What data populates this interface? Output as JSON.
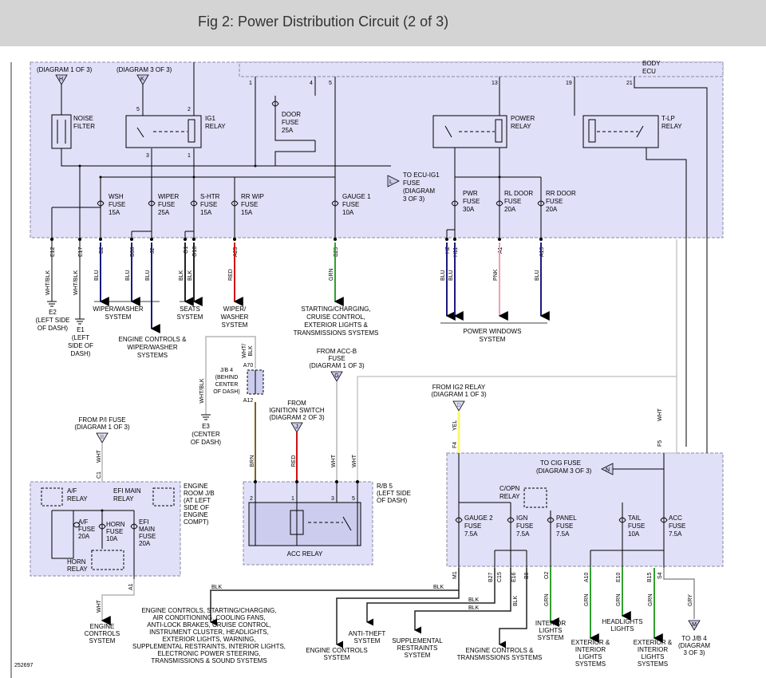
{
  "title": "Fig 2: Power Distribution Circuit (2 of 3)",
  "figure_id": "252697",
  "colors": {
    "panel_fill": "#e0e0f8",
    "wire_blu": "#1a1a80",
    "wire_blk": "#222222",
    "wire_red": "#d01010",
    "wire_grn": "#30a030",
    "wire_pnk": "#f0a0b0",
    "wire_wht": "#c8c8c8",
    "wire_yel": "#f8f870",
    "wire_brn": "#806020",
    "wire_gry": "#909090"
  },
  "panels": {
    "top": {
      "diag1": "(DIAGRAM 1 OF 3)",
      "conn_h": "H",
      "diag3": "(DIAGRAM 3 OF 3)",
      "conn_k": "K",
      "noise": [
        "NOISE",
        "FILTER"
      ],
      "ig1": [
        "IG1",
        "RELAY"
      ],
      "door": [
        "DOOR",
        "FUSE",
        "25A"
      ],
      "power": [
        "POWER",
        "RELAY"
      ],
      "tlp": [
        "T-LP",
        "RELAY"
      ],
      "body": [
        "BODY",
        "ECU"
      ],
      "pins_top": [
        "1",
        "4",
        "5",
        "13",
        "19",
        "21"
      ],
      "ig1_pins": [
        "5",
        "2",
        "3",
        "1"
      ],
      "to_ecu": [
        "TO ECU-IG1",
        "FUSE",
        "(DIAGRAM",
        "3 OF 3)"
      ],
      "conn_l": "L",
      "fuses": [
        [
          "WSH",
          "FUSE",
          "15A"
        ],
        [
          "WIPER",
          "FUSE",
          "25A"
        ],
        [
          "S-HTR",
          "FUSE",
          "15A"
        ],
        [
          "RR WIP",
          "FUSE",
          "15A"
        ],
        [
          "GAUGE 1",
          "FUSE",
          "10A"
        ],
        [
          "PWR",
          "FUSE",
          "30A"
        ],
        [
          "RL DOOR",
          "FUSE",
          "20A"
        ],
        [
          "RR DOOR",
          "FUSE",
          "20A"
        ]
      ],
      "conns": [
        "E12",
        "E17",
        "B2",
        "B36",
        "J2",
        "O1",
        "O10",
        "A25",
        "B29",
        "H2",
        "H11",
        "A1",
        "A19"
      ],
      "wire_labels": [
        "WHT/BLK",
        "WHT/BLK",
        "BLU",
        "BLU",
        "BLU",
        "BLK",
        "BLK",
        "RED",
        "GRN",
        "BLU",
        "BLU",
        "PNK",
        "BLU"
      ]
    },
    "engine_jb": {
      "from_pi": [
        "FROM P/I FUSE",
        "(DIAGRAM 1 OF 3)"
      ],
      "conn_b": "B",
      "wire": "WHT",
      "conn_c1": "C1",
      "af_relay": [
        "A/F",
        "RELAY"
      ],
      "efi_relay": [
        "EFI MAIN",
        "RELAY"
      ],
      "af_fuse": [
        "A/F",
        "FUSE",
        "20A"
      ],
      "horn_fuse": [
        "HORN",
        "FUSE",
        "10A"
      ],
      "efi_fuse": [
        "EFI",
        "MAIN",
        "FUSE",
        "20A"
      ],
      "horn_relay": [
        "HORN",
        "RELAY"
      ],
      "label": [
        "ENGINE",
        "ROOM J/B",
        "(AT LEFT",
        "SIDE OF",
        "ENGINE",
        "COMPT)"
      ],
      "conn_a1": "A1",
      "out_wire": "WHT",
      "out": [
        "ENGINE",
        "CONTROLS",
        "SYSTEM"
      ]
    },
    "rb5": {
      "label": [
        "R/B 5",
        "(LEFT SIDE",
        "OF DASH)"
      ],
      "relay": "ACC RELAY",
      "pins": [
        "2",
        "1",
        "3",
        "5"
      ]
    },
    "bottom_right": {
      "from_ig2": [
        "FROM IG2 RELAY",
        "(DIAGRAM 1 OF 3)"
      ],
      "conn_d": "D",
      "wire_yel": "YEL",
      "conn_f4": "F4",
      "wire_wht": "WHT",
      "conn_f5": "F5",
      "to_cig": [
        "TO CIG FUSE",
        "(DIAGRAM 3 OF 3)"
      ],
      "conn_n": "N",
      "copn": [
        "C/OPN",
        "RELAY"
      ],
      "fuses": [
        [
          "GAUGE 2",
          "FUSE",
          "7.5A"
        ],
        [
          "IGN",
          "FUSE",
          "7.5A"
        ],
        [
          "PANEL",
          "FUSE",
          "7.5A"
        ],
        [
          "TAIL",
          "FUSE",
          "10A"
        ],
        [
          "ACC",
          "FUSE",
          "7.5A"
        ]
      ],
      "conns": [
        "M1",
        "B27",
        "C15",
        "E16",
        "B9",
        "O2",
        "A10",
        "E10",
        "B15",
        "S4"
      ],
      "wire_labels": [
        "BLK",
        "BLK",
        "BLK",
        "GRN",
        "GRN",
        "GRN",
        "GRN",
        "GRY"
      ]
    }
  },
  "middle": {
    "e2": [
      "E2",
      "(LEFT SIDE",
      "OF DASH)"
    ],
    "e1": [
      "E1",
      "(LEFT",
      "SIDE OF",
      "DASH)"
    ],
    "e3": [
      "E3",
      "(CENTER",
      "OF DASH)"
    ],
    "wiper_washer": [
      "WIPER/WASHER",
      "SYSTEM"
    ],
    "seats": [
      "SEATS",
      "SYSTEM"
    ],
    "wiper": [
      "WIPER/",
      "WASHER",
      "SYSTEM"
    ],
    "starting": [
      "STARTING/CHARGING,",
      "CRUISE CONTROL,",
      "EXTERIOR LIGHTS &",
      "TRANSMISSIONS SYSTEMS"
    ],
    "power_windows": [
      "POWER WINDOWS",
      "SYSTEM"
    ],
    "engine_wiper": [
      "ENGINE CONTROLS &",
      "WIPER/WASHER",
      "SYSTEMS"
    ],
    "jb4": [
      "J/B 4",
      "(BEHIND",
      "CENTER",
      "OF DASH)"
    ],
    "a70": "A70",
    "a12": "A12",
    "wht_blk": "WHT/BLK",
    "wht_blk2": [
      "WHT/",
      "BLK"
    ],
    "from_acc": [
      "FROM ACC-B",
      "FUSE",
      "(DIAGRAM 1 OF 3)"
    ],
    "conn_g": "G",
    "from_ign": [
      "FROM",
      "IGNITION SWITCH",
      "(DIAGRAM 2 OF 3)"
    ],
    "conn_j": "J",
    "wires_mid": [
      "BRN",
      "RED",
      "WHT",
      "WHT"
    ]
  },
  "bottom": {
    "wire_blk_a": "BLK",
    "wire_blk_b": "BLK",
    "big_list": [
      "ENGINE CONTROLS, STARTING/CHARGING,",
      "AIR CONDITIONING, COOLING FANS,",
      "ANTI-LOCK BRAKES, CRUISE CONTROL,",
      "INSTRUMENT CLUSTER, HEADLIGHTS,",
      "EXTERIOR LIGHTS, WARNING,",
      "SUPPLEMENTAL RESTRAINTS, INTERIOR LIGHTS,",
      "ELECTRONIC POWER STEERING,",
      "TRANSMISSIONS & SOUND SYSTEMS"
    ],
    "engine_controls": [
      "ENGINE CONTROLS",
      "SYSTEM"
    ],
    "anti_theft": [
      "ANTI-THEFT",
      "SYSTEM"
    ],
    "srs": [
      "SUPPLEMENTAL",
      "RESTRAINTS",
      "SYSTEM"
    ],
    "eng_trans": [
      "ENGINE CONTROLS &",
      "TRANSMISSIONS SYSTEMS"
    ],
    "interior": [
      "INTERIOR",
      "LIGHTS",
      "SYSTEM"
    ],
    "ext1": [
      "EXTERIOR &",
      "INTERIOR",
      "LIGHTS",
      "SYSTEMS"
    ],
    "headlights": [
      "HEADLIGHTS",
      "LIGHTS"
    ],
    "ext2": [
      "EXTERIOR &",
      "INTERIOR",
      "LIGHTS",
      "SYSTEMS"
    ],
    "to_jb4": [
      "TO J/B 4",
      "(DIAGRAM",
      "3 OF 3)"
    ],
    "conn_m": "M"
  }
}
